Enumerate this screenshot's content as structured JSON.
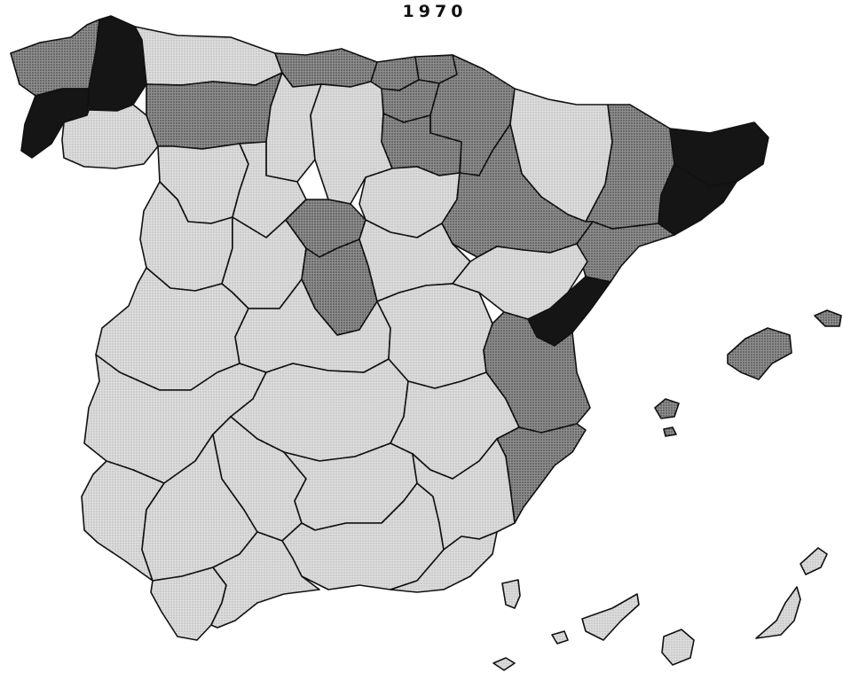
{
  "map": {
    "title": "1970",
    "shading_colors": {
      "light": "#d6d6d6",
      "medium": "#8a8a8a",
      "dark": "#151515"
    },
    "regions": [
      {
        "id": "a-coruna",
        "shade": "medium"
      },
      {
        "id": "pontevedra",
        "shade": "dark"
      },
      {
        "id": "lugo",
        "shade": "dark"
      },
      {
        "id": "ourense",
        "shade": "light"
      },
      {
        "id": "asturias",
        "shade": "light"
      },
      {
        "id": "cantabria",
        "shade": "medium"
      },
      {
        "id": "bizkaia",
        "shade": "medium"
      },
      {
        "id": "gipuzkoa",
        "shade": "medium"
      },
      {
        "id": "araba",
        "shade": "medium"
      },
      {
        "id": "navarra",
        "shade": "medium"
      },
      {
        "id": "leon",
        "shade": "medium"
      },
      {
        "id": "palencia",
        "shade": "light"
      },
      {
        "id": "burgos",
        "shade": "light"
      },
      {
        "id": "la-rioja",
        "shade": "medium"
      },
      {
        "id": "huesca",
        "shade": "light"
      },
      {
        "id": "lleida",
        "shade": "medium"
      },
      {
        "id": "girona",
        "shade": "dark"
      },
      {
        "id": "barcelona",
        "shade": "dark"
      },
      {
        "id": "zamora",
        "shade": "light"
      },
      {
        "id": "valladolid",
        "shade": "light"
      },
      {
        "id": "soria",
        "shade": "light"
      },
      {
        "id": "zaragoza",
        "shade": "medium"
      },
      {
        "id": "tarragona",
        "shade": "medium"
      },
      {
        "id": "salamanca",
        "shade": "light"
      },
      {
        "id": "avila",
        "shade": "light"
      },
      {
        "id": "segovia",
        "shade": "medium"
      },
      {
        "id": "madrid",
        "shade": "medium"
      },
      {
        "id": "guadalajara",
        "shade": "light"
      },
      {
        "id": "teruel",
        "shade": "light"
      },
      {
        "id": "castellon",
        "shade": "dark"
      },
      {
        "id": "caceres",
        "shade": "light"
      },
      {
        "id": "toledo",
        "shade": "light"
      },
      {
        "id": "cuenca",
        "shade": "light"
      },
      {
        "id": "valencia",
        "shade": "medium"
      },
      {
        "id": "badajoz",
        "shade": "light"
      },
      {
        "id": "ciudad-real",
        "shade": "light"
      },
      {
        "id": "albacete",
        "shade": "light"
      },
      {
        "id": "alicante",
        "shade": "medium"
      },
      {
        "id": "huelva",
        "shade": "light"
      },
      {
        "id": "sevilla",
        "shade": "light"
      },
      {
        "id": "cordoba",
        "shade": "light"
      },
      {
        "id": "jaen",
        "shade": "light"
      },
      {
        "id": "granada",
        "shade": "light"
      },
      {
        "id": "murcia",
        "shade": "light"
      },
      {
        "id": "cadiz",
        "shade": "light"
      },
      {
        "id": "malaga",
        "shade": "light"
      },
      {
        "id": "almeria",
        "shade": "light"
      },
      {
        "id": "mallorca",
        "shade": "medium"
      },
      {
        "id": "menorca",
        "shade": "medium"
      },
      {
        "id": "ibiza",
        "shade": "medium"
      },
      {
        "id": "canary-islands",
        "shade": "light"
      }
    ]
  }
}
